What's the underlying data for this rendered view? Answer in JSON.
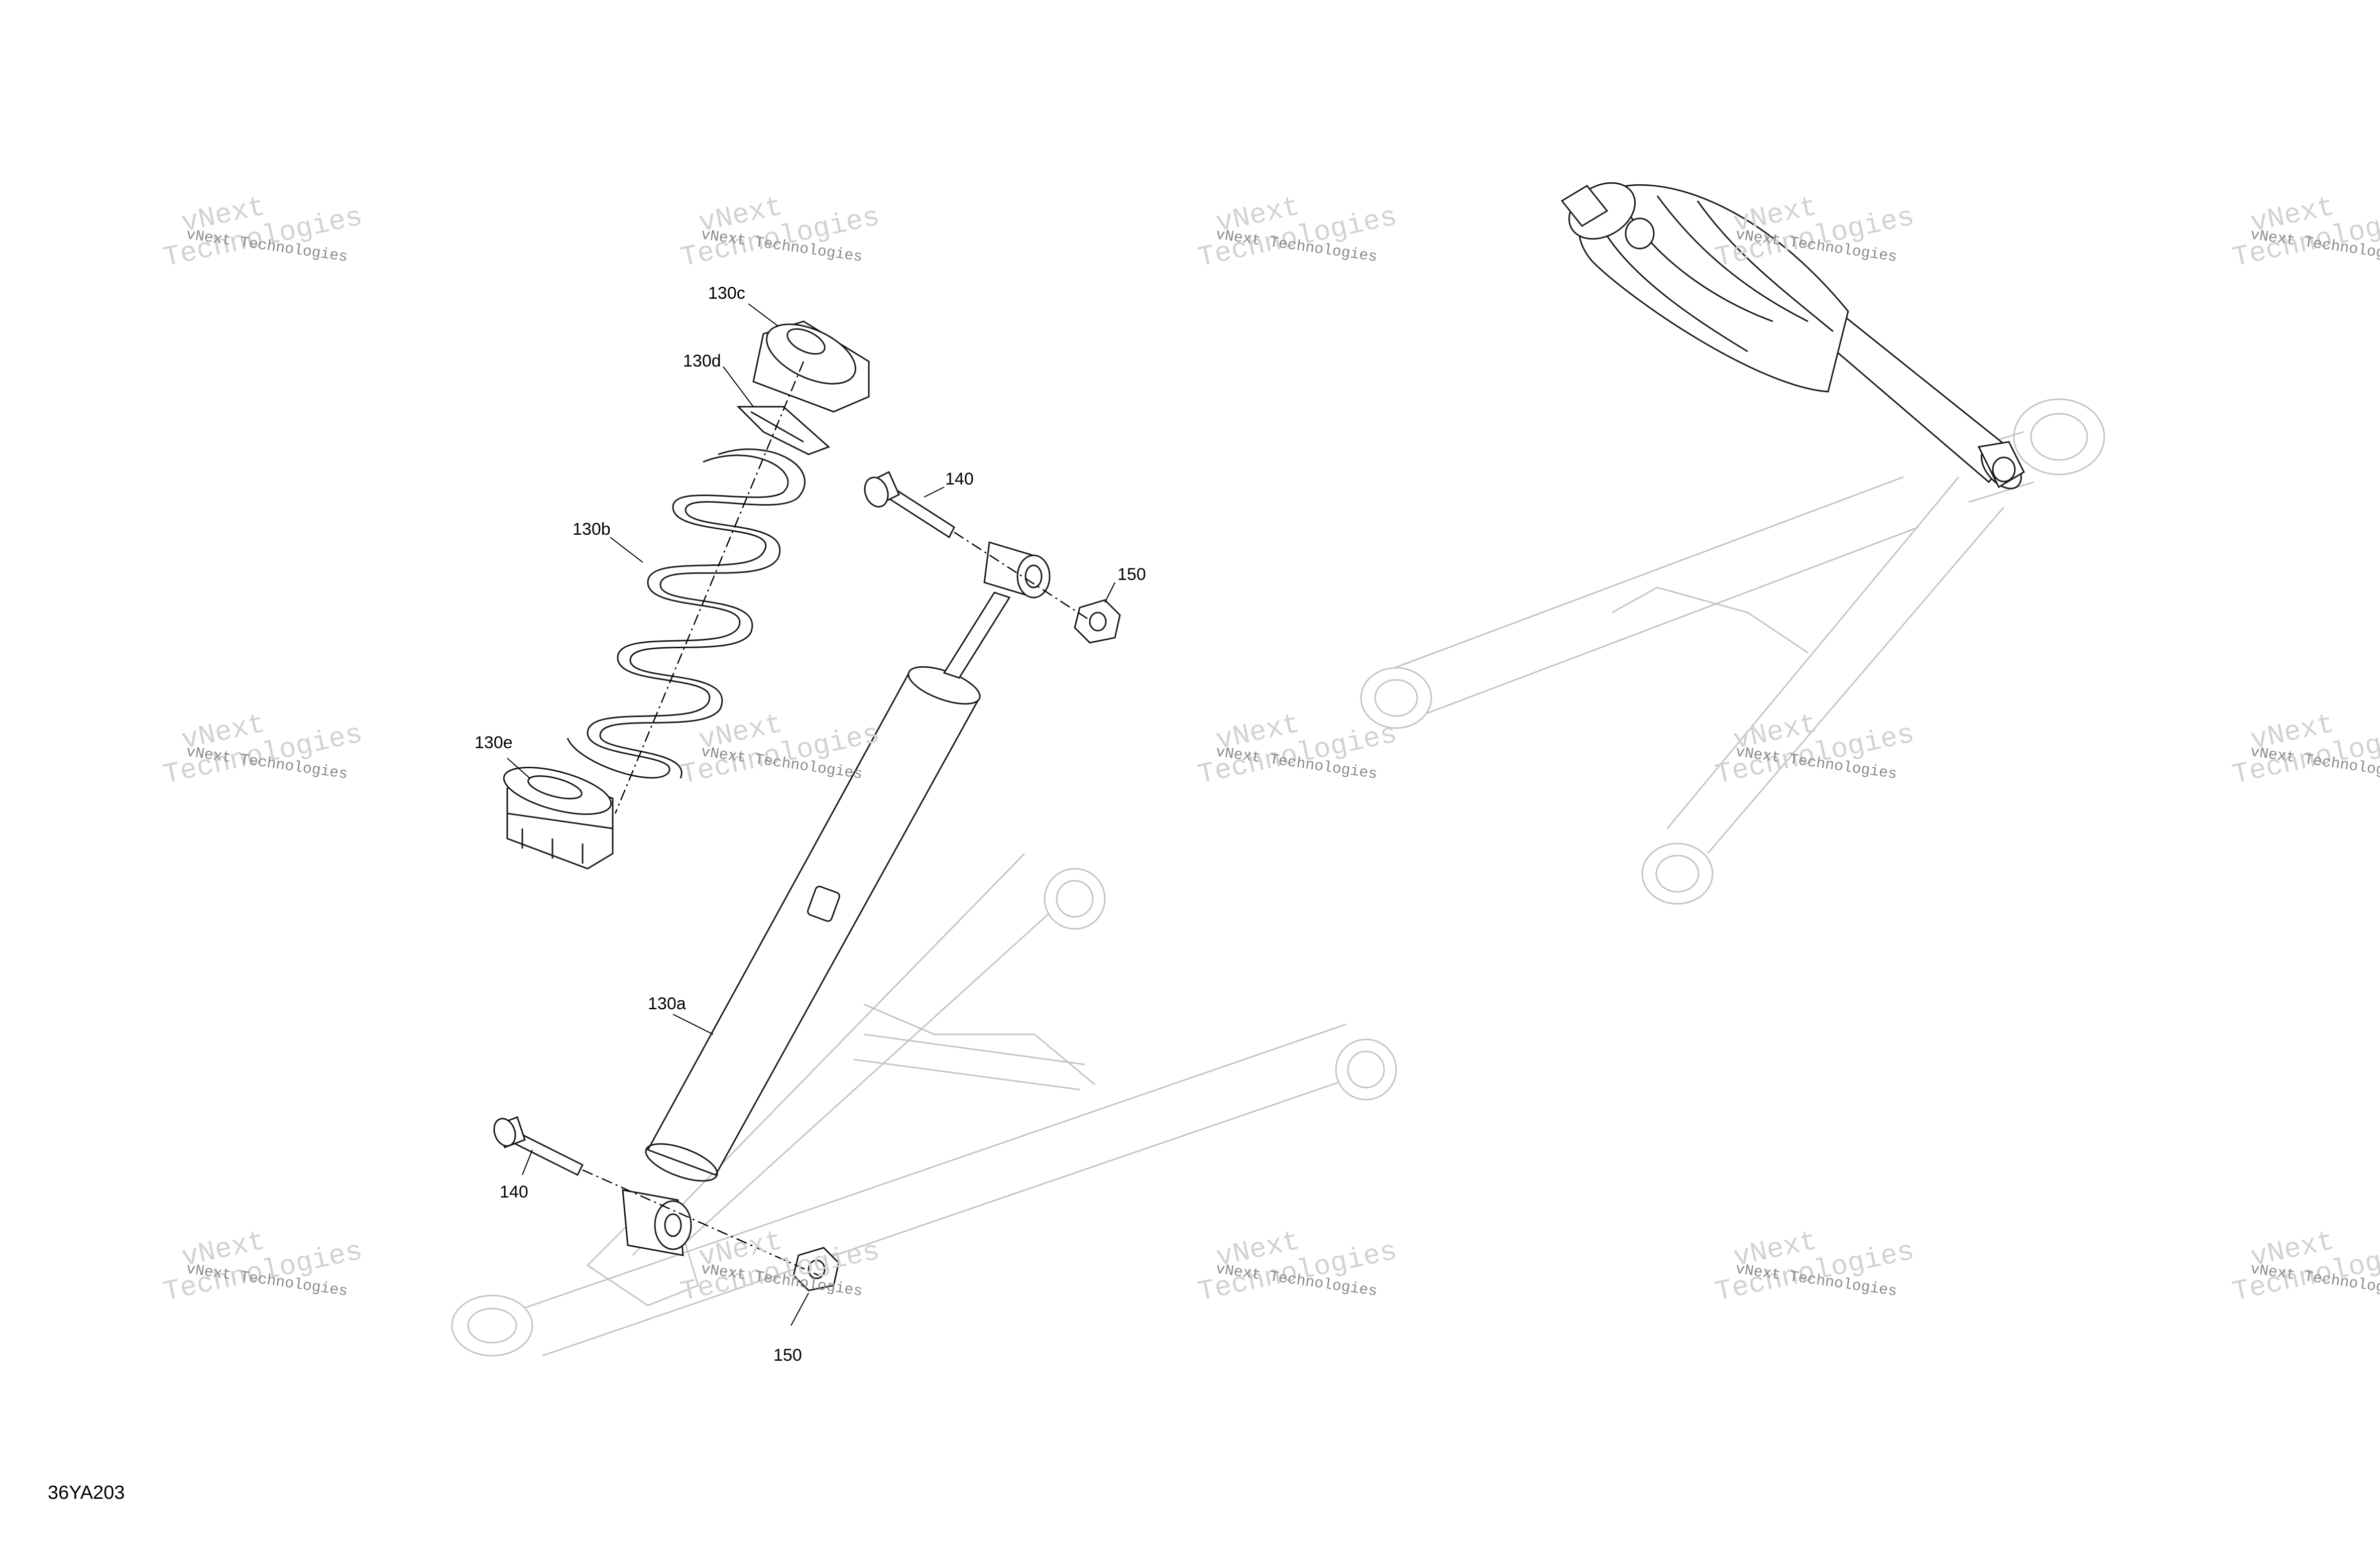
{
  "diagram": {
    "code": "36YA203",
    "callouts": {
      "c130c": "130c",
      "c130d": "130d",
      "c130b": "130b",
      "c130e": "130e",
      "c130a": "130a",
      "c140_top": "140",
      "c150_top": "150",
      "c140_bottom": "140",
      "c150_bottom": "150"
    },
    "watermark": {
      "line1": "vNext Technologies",
      "line2": "vNext",
      "line3": "Technologies"
    }
  }
}
